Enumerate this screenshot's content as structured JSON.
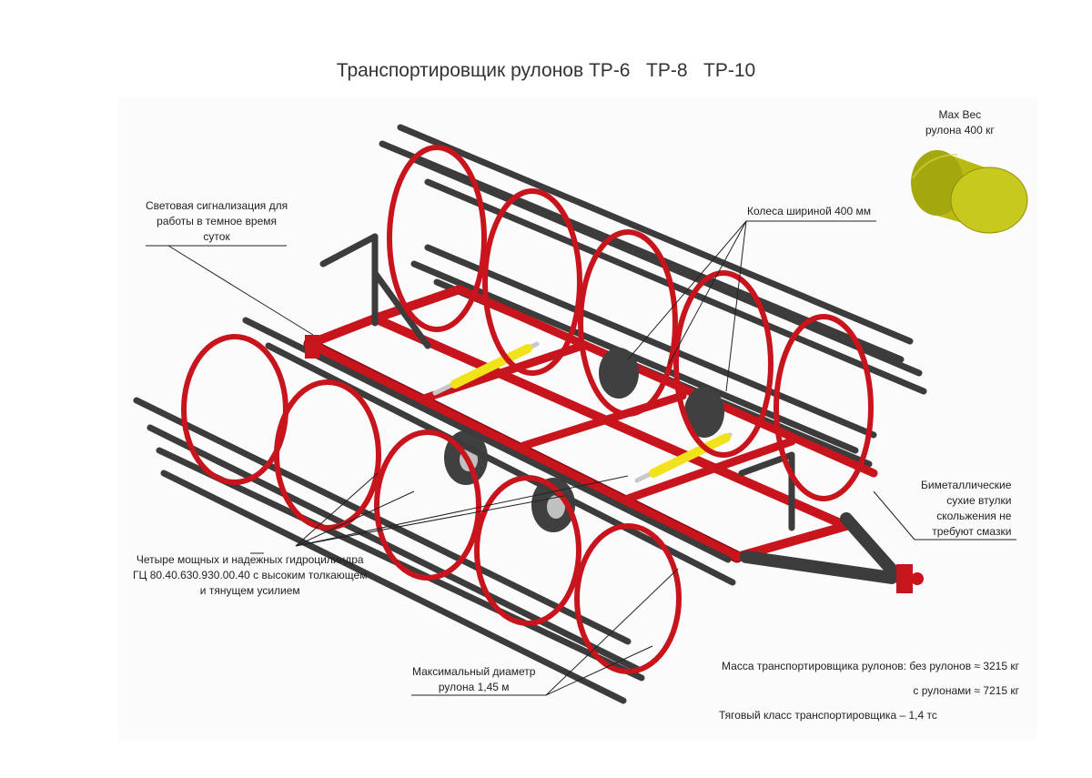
{
  "title": "Транспортировщик рулонов ТР-6   ТР-8   ТР-10",
  "colors": {
    "frame": "#c8141c",
    "frame_dark": "#8a0c12",
    "steel": "#3c3c3c",
    "cylinder": "#f2e21a",
    "wheel": "#404040",
    "bale": "#b9bb12",
    "bale_dark": "#8f910a"
  },
  "labels": {
    "max_weight": [
      "Max Вес",
      "рулона 400 кг"
    ],
    "signal": [
      "Световая сигнализация для",
      "работы в темное время",
      "суток"
    ],
    "wheels": "Колеса шириной 400 мм",
    "bushings": [
      "Биметаллические",
      "сухие втулки",
      "скольжения не",
      "требуют смазки"
    ],
    "cylinders": [
      "Четыре мощных и надежных гидроцилиндра",
      "ГЦ 80.40.630.930.00.40 с высоким толкающем",
      "и тянущем усилием"
    ],
    "diameter": [
      "Максимальный диаметр",
      "рулона 1,45 м"
    ]
  },
  "specs": {
    "mass_empty": "Масса транспортировщика рулонов: без рулонов ≈ 3215 кг",
    "mass_loaded": "с рулонами ≈ 7215 кг",
    "traction": "Тяговый класс транспортировщика – 1,4 тс"
  }
}
